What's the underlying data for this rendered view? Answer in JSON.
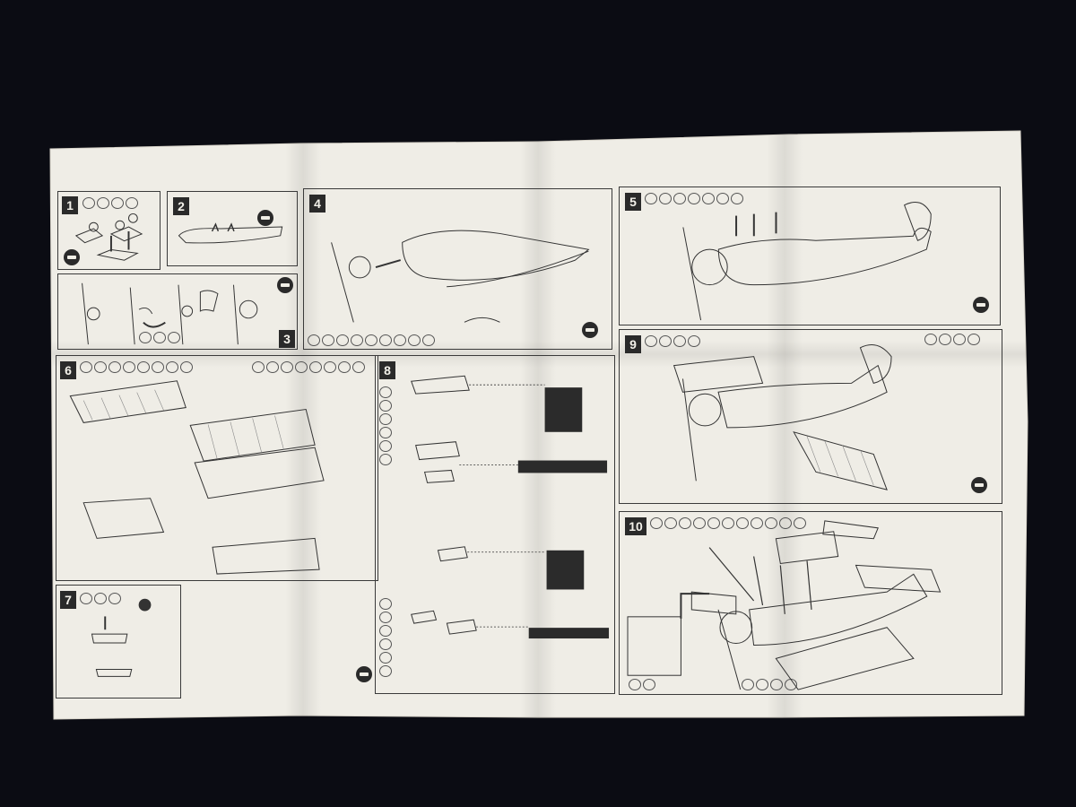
{
  "document": {
    "type": "model kit assembly instructions",
    "background_color": "#0b0c13",
    "paper_color": "#efede6",
    "ink_color": "#2a2a2a"
  },
  "steps": [
    {
      "label": "1",
      "parts": [
        "",
        "",
        "",
        "",
        "",
        "",
        ""
      ]
    },
    {
      "label": "2",
      "parts": []
    },
    {
      "label": "3",
      "parts": [
        "",
        "",
        "",
        ""
      ]
    },
    {
      "label": "4",
      "parts": [
        "",
        "",
        "",
        "",
        "",
        "",
        "",
        "",
        ""
      ]
    },
    {
      "label": "5",
      "parts": [
        "",
        "",
        "",
        "",
        "",
        "",
        ""
      ]
    },
    {
      "label": "6",
      "parts": [
        "",
        "",
        "",
        "",
        "",
        "",
        "",
        "",
        "",
        "",
        "",
        "",
        "",
        "",
        "",
        ""
      ]
    },
    {
      "label": "7",
      "parts": [
        "",
        "",
        ""
      ]
    },
    {
      "label": "8",
      "parts": [
        "",
        "",
        "",
        "",
        "",
        "",
        "",
        "",
        "",
        "",
        "",
        "",
        "",
        "",
        "",
        ""
      ]
    },
    {
      "label": "9",
      "parts": [
        "",
        "",
        "",
        "",
        "",
        "",
        "",
        ""
      ]
    },
    {
      "label": "10",
      "parts": [
        "",
        "",
        "",
        "",
        "",
        "",
        "",
        "",
        "",
        "",
        "",
        "",
        "",
        "",
        "",
        "",
        ""
      ]
    }
  ],
  "icons": [
    "glue-icon",
    "no-glue-icon",
    "arrow-icon",
    "propeller-icon"
  ]
}
